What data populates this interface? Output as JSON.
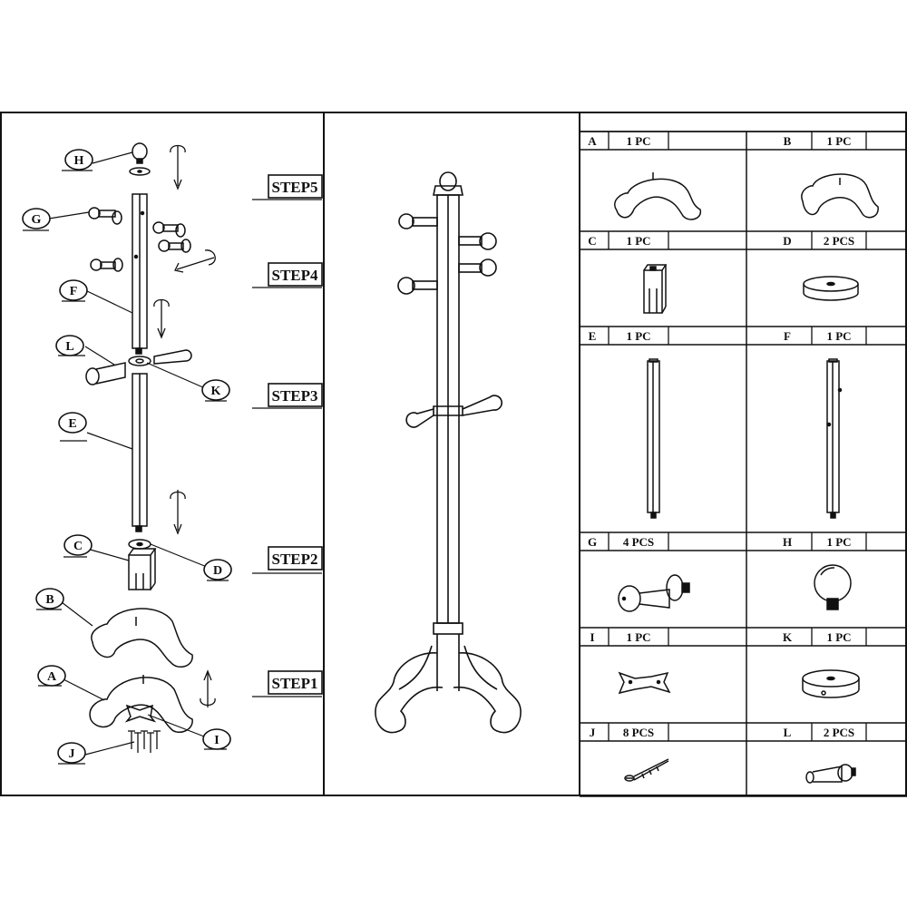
{
  "steps": {
    "step1": "STEP1",
    "step2": "STEP2",
    "step3": "STEP3",
    "step4": "STEP4",
    "step5": "STEP5"
  },
  "callouts": {
    "a": "A",
    "b": "B",
    "c": "C",
    "d": "D",
    "e": "E",
    "f": "F",
    "g": "G",
    "h": "H",
    "i": "I",
    "j": "J",
    "k": "K",
    "l": "L"
  },
  "parts": [
    {
      "letter": "A",
      "qty": "1 PC"
    },
    {
      "letter": "B",
      "qty": "1 PC"
    },
    {
      "letter": "C",
      "qty": "1 PC"
    },
    {
      "letter": "D",
      "qty": "2 PCS"
    },
    {
      "letter": "E",
      "qty": "1 PC"
    },
    {
      "letter": "F",
      "qty": "1 PC"
    },
    {
      "letter": "G",
      "qty": "4 PCS"
    },
    {
      "letter": "H",
      "qty": "1 PC"
    },
    {
      "letter": "I",
      "qty": "1 PC"
    },
    {
      "letter": "K",
      "qty": "1 PC"
    },
    {
      "letter": "J",
      "qty": "8 PCS"
    },
    {
      "letter": "L",
      "qty": "2 PCS"
    }
  ]
}
